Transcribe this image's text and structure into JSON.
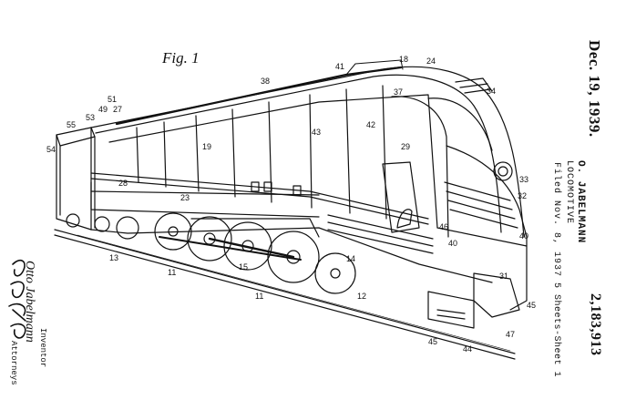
{
  "header": {
    "date": "Dec. 19, 1939.",
    "inventor": "O. JABELMANN",
    "subject": "LOCOMOTIVE",
    "filed": "Filed Nov. 8, 1937",
    "sheets": "5 Sheets-Sheet 1",
    "patent_number": "2,183,913"
  },
  "figure": {
    "title": "Fig. 1"
  },
  "signatures": {
    "inventor_name": "Otto Jabelmann",
    "inventor_role": "Inventor",
    "attorneys_role": "Attorneys"
  },
  "reference_numerals": [
    "41",
    "18",
    "24",
    "34",
    "38",
    "37",
    "51",
    "49",
    "27",
    "53",
    "55",
    "54",
    "43",
    "42",
    "29",
    "19",
    "33",
    "32",
    "28",
    "23",
    "46",
    "40",
    "13",
    "11",
    "15",
    "14",
    "31",
    "12",
    "45",
    "47",
    "44"
  ]
}
